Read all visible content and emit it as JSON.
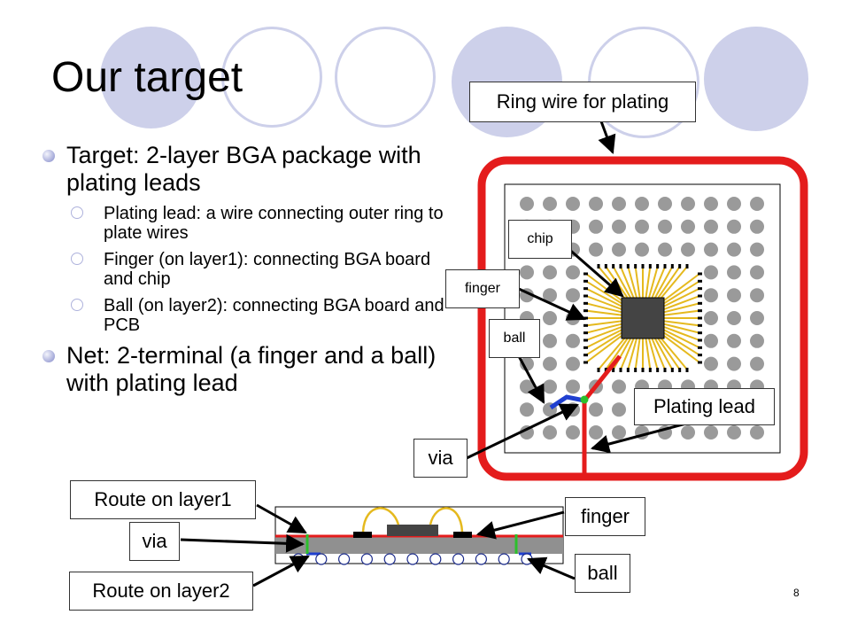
{
  "slide": {
    "title": "Our target",
    "page_number": "8"
  },
  "bullets": [
    {
      "text": "Target: 2-layer BGA package with plating leads",
      "sub": [
        "Plating lead: a wire connecting outer ring to plate wires",
        "Finger (on layer1): connecting BGA board and chip",
        "Ball (on layer2): connecting BGA board and PCB"
      ]
    },
    {
      "text": "Net: 2-terminal (a finger and a ball) with plating lead",
      "sub": []
    }
  ],
  "labels": {
    "ring_wire": "Ring wire for plating",
    "chip": "chip",
    "finger_top": "finger",
    "ball_top": "ball",
    "plating_lead": "Plating lead",
    "via_top": "via",
    "route_layer1": "Route on layer1",
    "via_bottom": "via",
    "route_layer2": "Route on layer2",
    "finger_bottom": "finger",
    "ball_bottom": "ball"
  },
  "colors": {
    "ring_wire": "#e41c1c",
    "ball_pad": "#9a9a9a",
    "chip": "#444444",
    "finger_bond": "#e5b91e",
    "layer1_route": "#e41c1c",
    "layer2_route": "#1f3fd0",
    "via": "#2cc02c",
    "decor_circle": "#cdd0ea"
  }
}
